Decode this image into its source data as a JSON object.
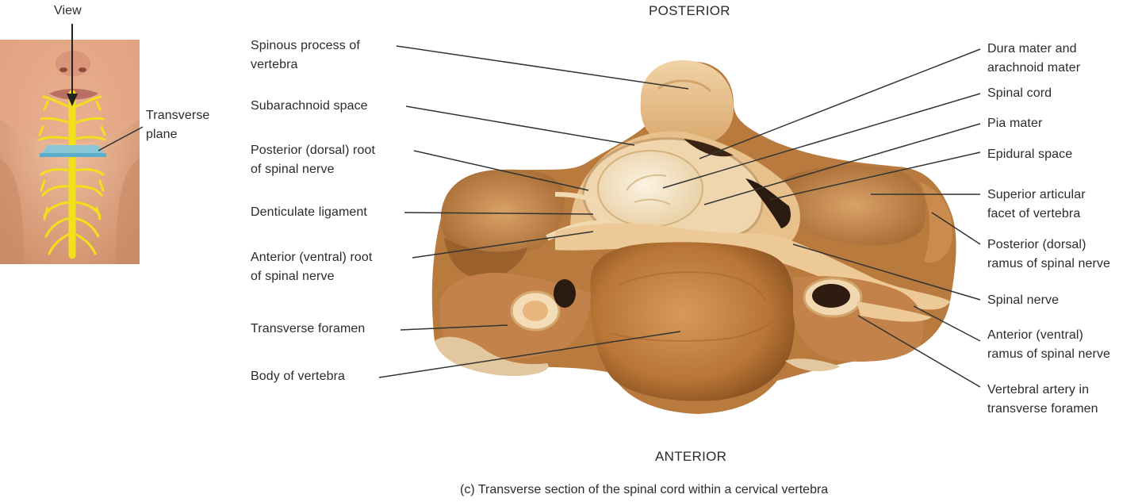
{
  "inset": {
    "view_label": "View",
    "plane_label": "Transverse\nplane"
  },
  "orientation": {
    "top": "POSTERIOR",
    "bottom": "ANTERIOR"
  },
  "labels_left": [
    "Spinous process of\nvertebra",
    "Subarachnoid space",
    "Posterior (dorsal) root\nof spinal nerve",
    "Denticulate ligament",
    "Anterior (ventral) root\nof spinal nerve",
    "Transverse foramen",
    "Body of vertebra"
  ],
  "labels_right": [
    "Dura mater and\narachnoid mater",
    "Spinal cord",
    "Pia mater",
    "Epidural space",
    "Superior articular\nfacet of vertebra",
    "Posterior (dorsal)\nramus of spinal nerve",
    "Spinal nerve",
    "Anterior (ventral)\nramus of spinal nerve",
    "Vertebral artery in\ntransverse foramen"
  ],
  "caption": "(c) Transverse section of the spinal cord within a cervical vertebra",
  "colors": {
    "skin": "#e8b08e",
    "nerve": "#f3df1c",
    "plane": "#7ec8de",
    "bone": "#c8894a",
    "bone_light": "#ecc89a",
    "cord": "#f6e8cf",
    "leader": "#333333"
  }
}
